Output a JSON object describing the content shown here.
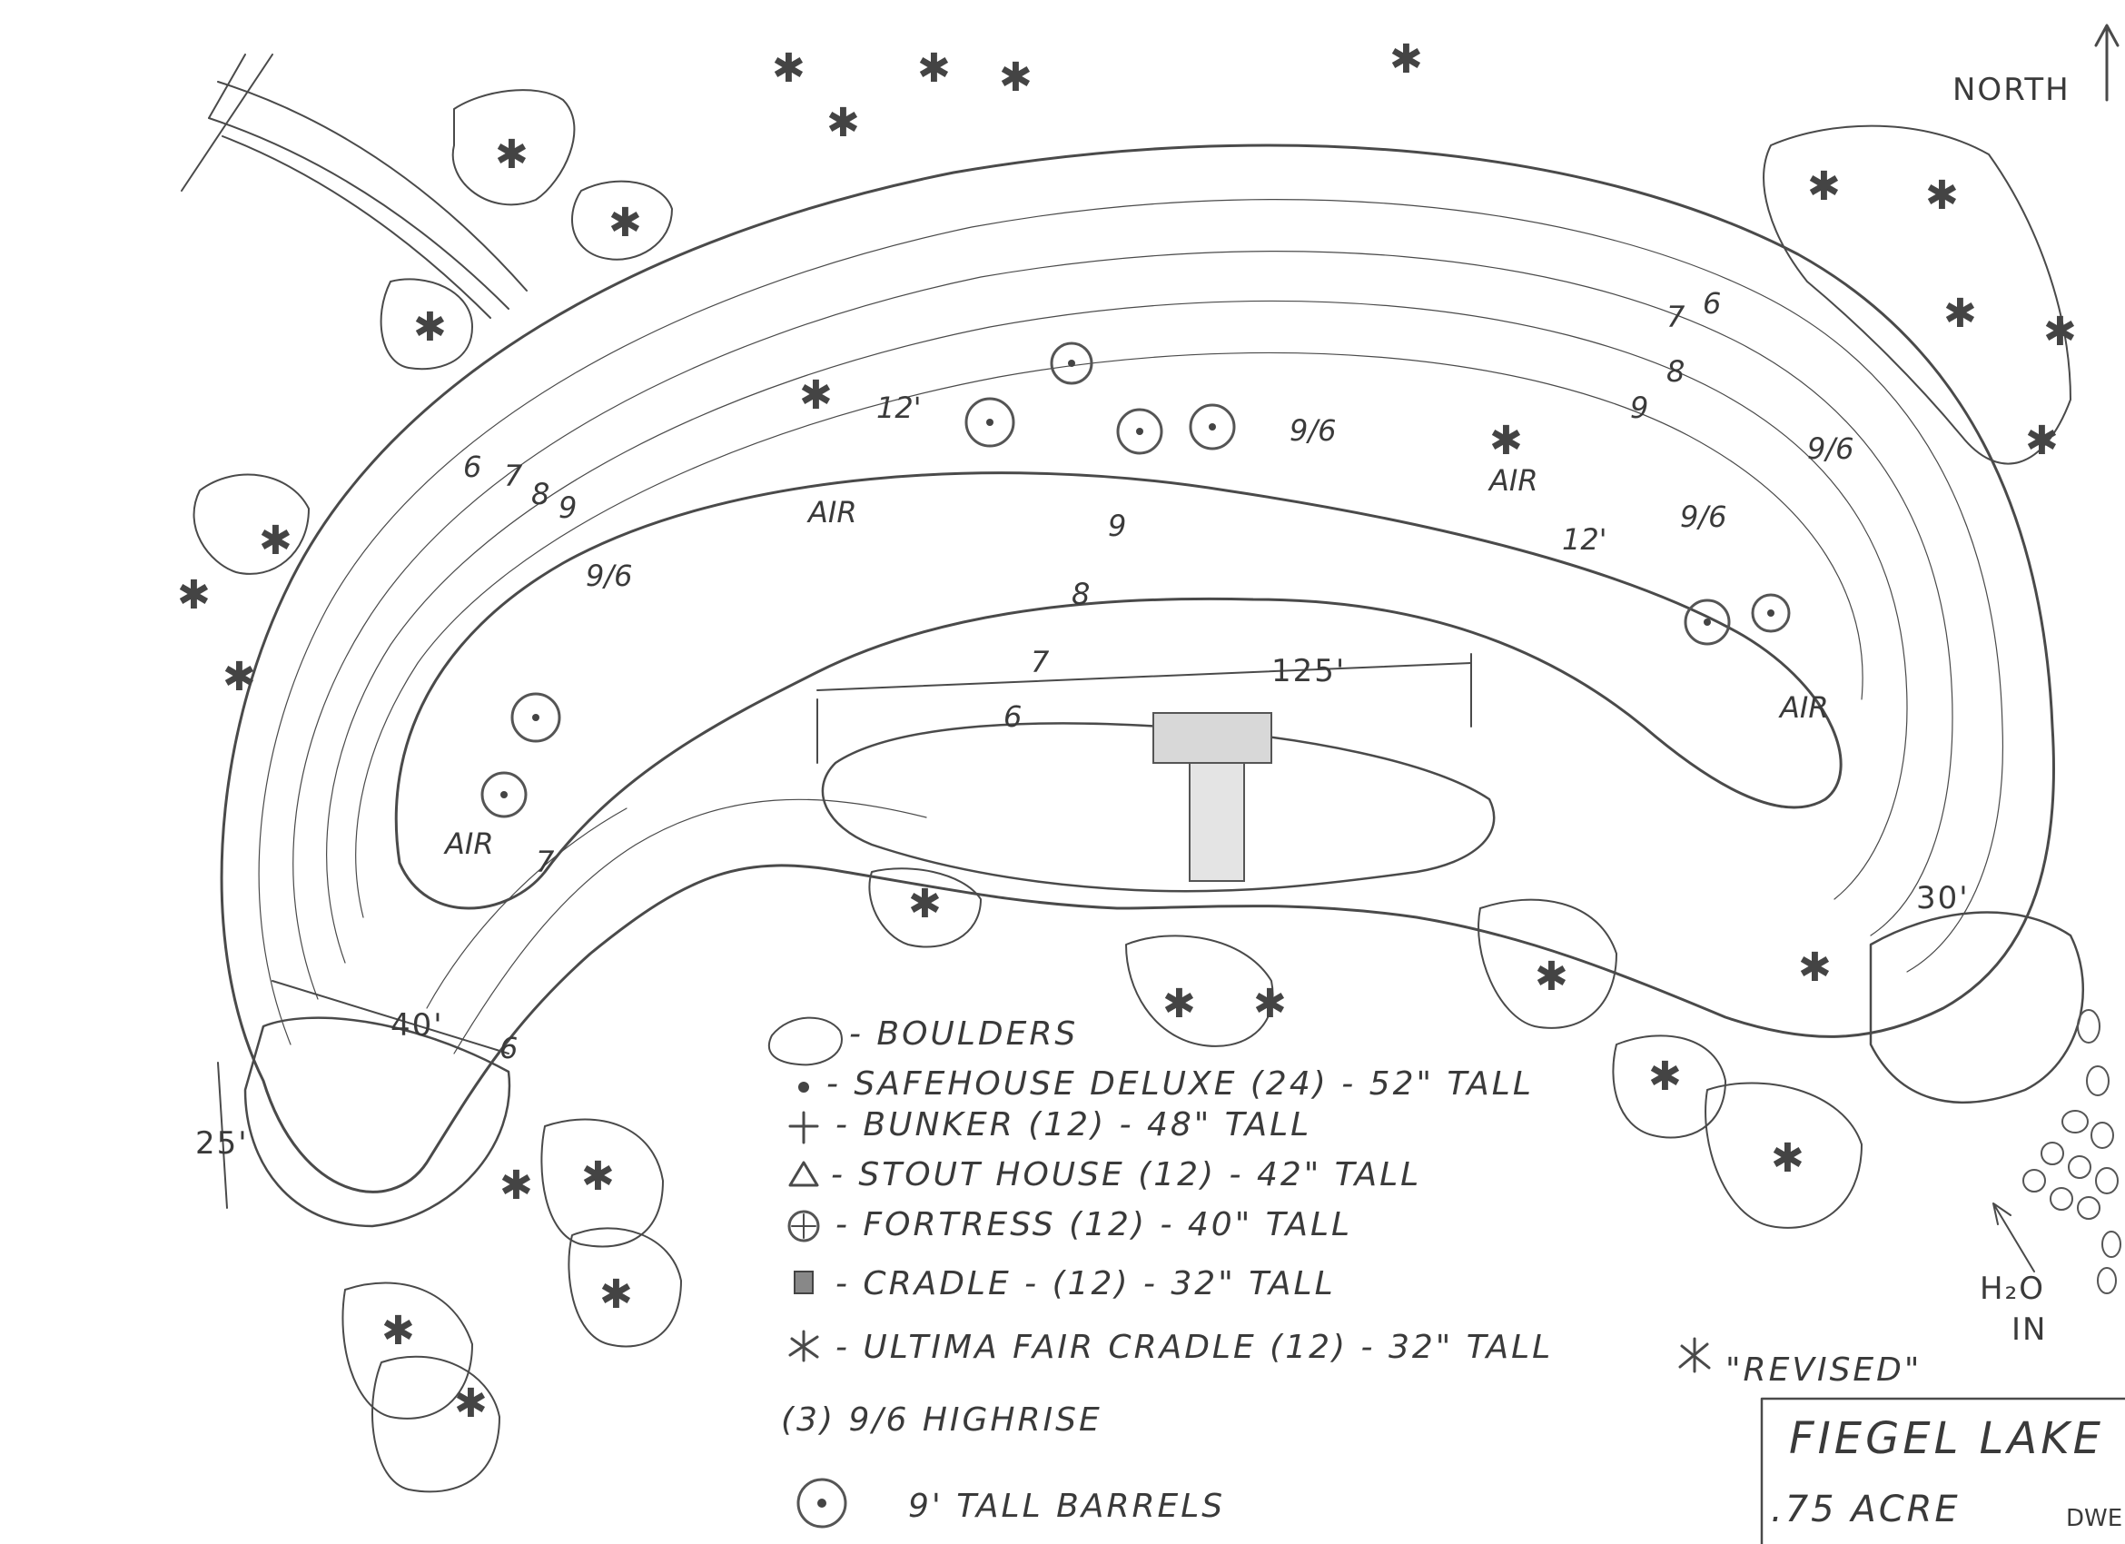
{
  "compass": {
    "label": "NORTH"
  },
  "pond": {
    "dimension_length": "125'",
    "dimension_width": "40'",
    "dimension_side": "25'",
    "dimension_end": "30'",
    "depths": [
      {
        "text": "6"
      },
      {
        "text": "7"
      },
      {
        "text": "8"
      },
      {
        "text": "9"
      },
      {
        "text": "12'"
      },
      {
        "text": "9/6"
      },
      {
        "text": "9/6"
      },
      {
        "text": "9/6"
      },
      {
        "text": "9"
      },
      {
        "text": "8"
      },
      {
        "text": "7"
      },
      {
        "text": "6"
      },
      {
        "text": "7"
      },
      {
        "text": "8"
      },
      {
        "text": "9"
      },
      {
        "text": "6"
      },
      {
        "text": "12'"
      },
      {
        "text": "9/6"
      },
      {
        "text": "7"
      },
      {
        "text": "6"
      }
    ],
    "air_labels": [
      {
        "text": "AIR"
      },
      {
        "text": "AIR"
      },
      {
        "text": "AIR"
      },
      {
        "text": "AIR"
      }
    ]
  },
  "legend": {
    "items": [
      {
        "symbol": "boulder",
        "text": "- BOULDERS"
      },
      {
        "symbol": "dot",
        "text": "- SAFEHOUSE DELUXE (24) - 52\" TALL"
      },
      {
        "symbol": "plus",
        "text": "- BUNKER (12) - 48\" TALL"
      },
      {
        "symbol": "triangle",
        "text": "- STOUT HOUSE (12) - 42\" TALL"
      },
      {
        "symbol": "circle-plus",
        "text": "- FORTRESS (12) - 40\" TALL"
      },
      {
        "symbol": "square",
        "text": "- CRADLE - (12) - 32\" TALL"
      },
      {
        "symbol": "star-x",
        "text": "- ULTIMA FAIR CRADLE (12) - 32\" TALL"
      }
    ],
    "highrise": "(3)  9/6 HIGHRISE",
    "barrels": "9' TALL BARRELS"
  },
  "revised": {
    "text": "\"REVISED\""
  },
  "titleblock": {
    "name": "FIEGEL LAKE",
    "area": ".75 ACRE",
    "corner": "DWE"
  },
  "water_in": {
    "line1": "H₂O",
    "line2": "IN"
  }
}
